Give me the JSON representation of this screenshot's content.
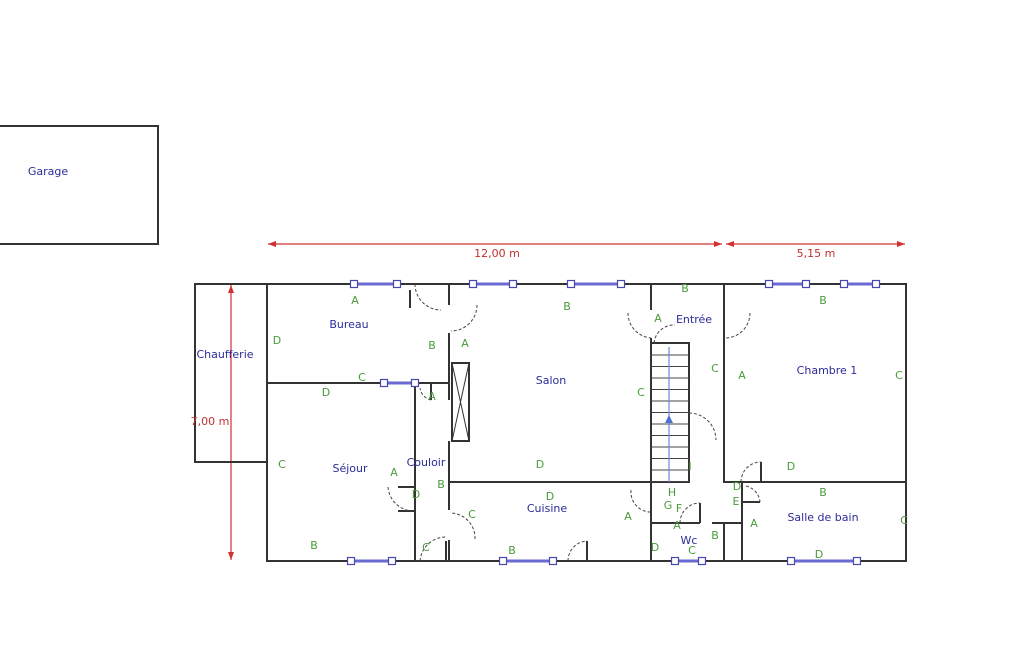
{
  "rooms": {
    "garage": "Garage",
    "bureau": "Bureau",
    "chaufferie": "Chaufferie",
    "sejour": "Séjour",
    "couloir": "Couloir",
    "salon": "Salon",
    "entree": "Entrée",
    "chambre1": "Chambre 1",
    "cuisine": "Cuisine",
    "salle_de_bain": "Salle de bain",
    "wc": "Wc"
  },
  "dimensions": {
    "width_main": "12,00 m",
    "width_right": "5,15 m",
    "height": "7,00 m"
  },
  "wall_labels": [
    "A",
    "D",
    "B",
    "C",
    "D",
    "A",
    "A",
    "C",
    "A",
    "D",
    "B",
    "B",
    "C",
    "C",
    "B",
    "C",
    "D",
    "D",
    "A",
    "B",
    "B",
    "A",
    "C",
    "I",
    "H",
    "G",
    "F",
    "A",
    "D",
    "B",
    "C",
    "B",
    "A",
    "C",
    "D",
    "D",
    "E",
    "B",
    "A",
    "C",
    "D"
  ],
  "colors": {
    "room_label": "#2b2b9a",
    "wall_label": "#4a9a3a",
    "dimension": "#d03030",
    "window": "#6a6ad0"
  }
}
